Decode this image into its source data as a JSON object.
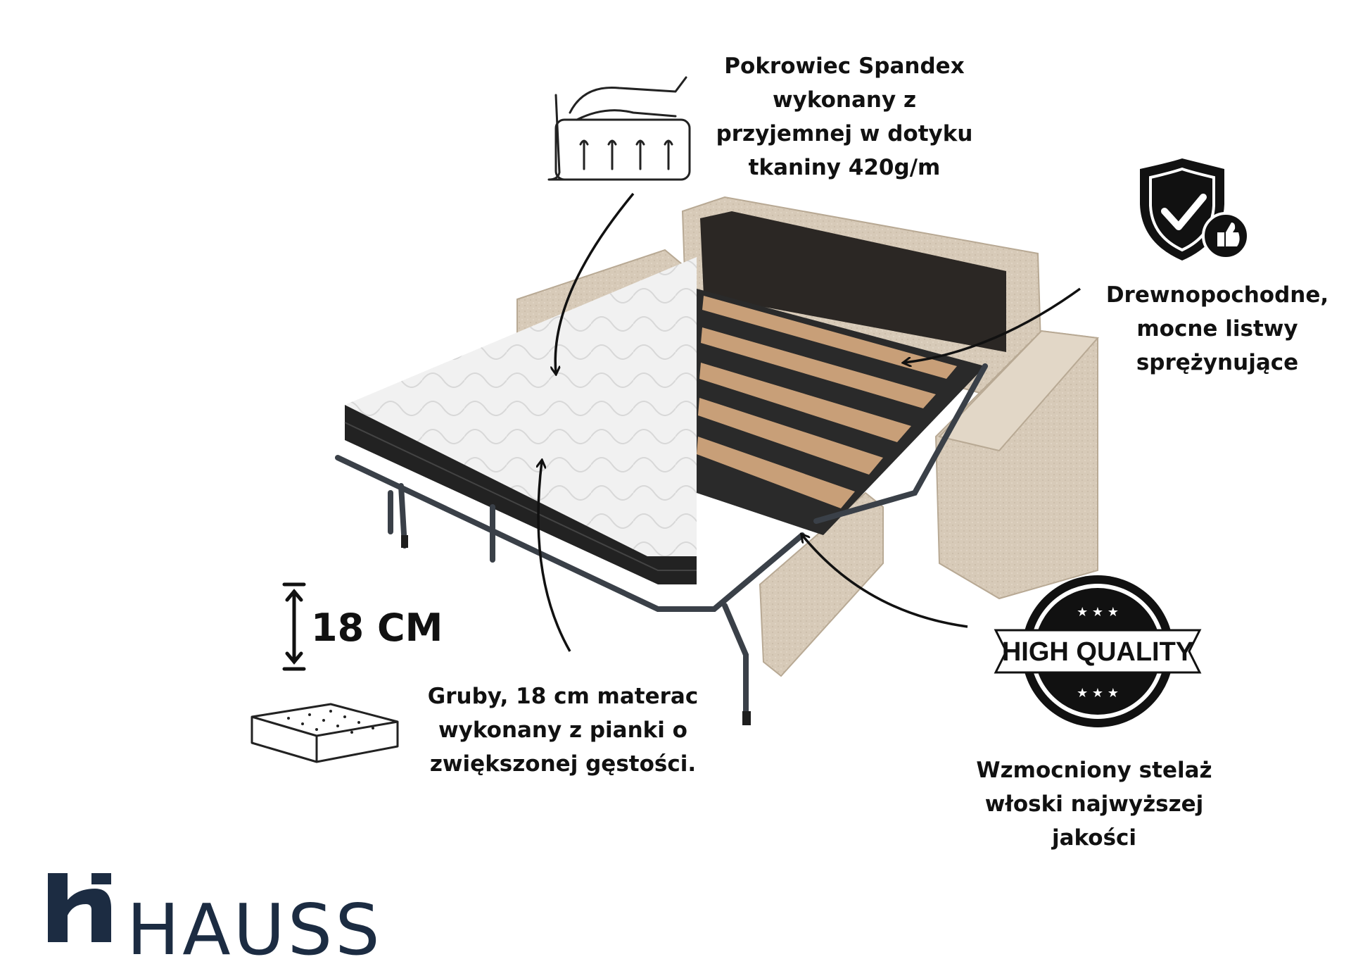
{
  "captions": {
    "cover": [
      "Pokrowiec Spandex",
      "wykonany z",
      "przyjemnej w dotyku",
      "tkaniny 420g/m"
    ],
    "slats": [
      "Drewnopochodne,",
      "mocne listwy",
      "sprężynujące"
    ],
    "mattress": [
      "Gruby, 18 cm materac",
      "wykonany z pianki o",
      "zwiększonej gęstości."
    ],
    "frame": [
      "Wzmocniony stelaż",
      "włoski  najwyższej",
      "jakości"
    ]
  },
  "mattress_height": "18 CM",
  "badge": {
    "text": "HIGH QUALITY",
    "stars_top": "★ ★ ★",
    "stars_bottom": "★ ★ ★"
  },
  "brand": {
    "name": "HAUSS"
  },
  "colors": {
    "text": "#111111",
    "brand": "#1c2c42",
    "fabric": "#d7cab8",
    "fabric_dark": "#bfb19d",
    "frame_metal": "#3a4048",
    "slat_wood": "#c89f78",
    "mattress_top": "#f1f1f1",
    "mattress_side": "#222222"
  },
  "icons": [
    "hand-pressing-mattress-icon",
    "shield-check-thumb-icon",
    "high-quality-badge-icon",
    "mattress-icon",
    "height-arrow-icon"
  ]
}
